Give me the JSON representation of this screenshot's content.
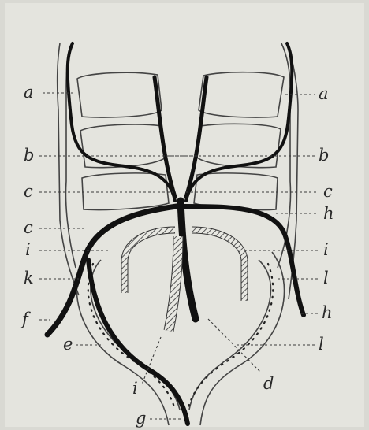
{
  "labels": {
    "a_left": "a",
    "a_right": "a",
    "b_left": "b",
    "b_right": "b",
    "c_left1": "c",
    "c_right": "c",
    "c_left2": "c",
    "h_right1": "h",
    "i_left": "i",
    "i_right": "i",
    "k_left": "k",
    "l_right1": "l",
    "f_left": "f",
    "h_right2": "h",
    "e_left": "e",
    "l_right2": "l",
    "i_bottom": "i",
    "d_bottom": "d",
    "g_bottom": "g"
  },
  "colors": {
    "background": "#d9d9d3",
    "ink": "#111111",
    "hatch": "#555555"
  }
}
